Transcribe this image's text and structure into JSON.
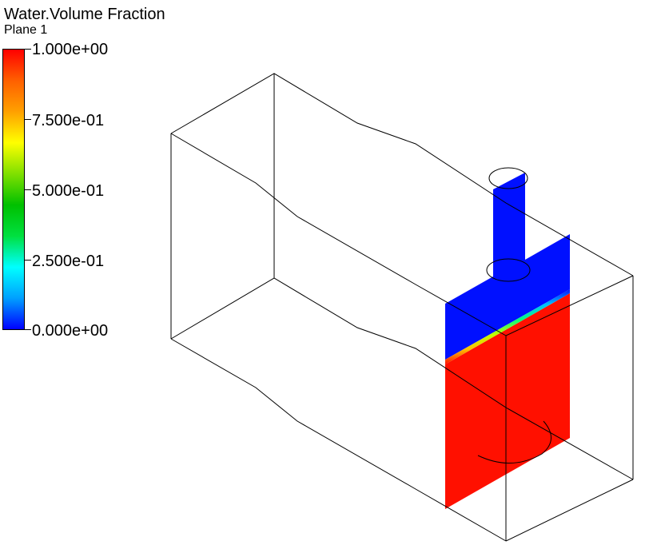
{
  "legend": {
    "title": "Water.Volume Fraction",
    "subtitle": "Plane 1",
    "ticks": [
      {
        "label": "1.000e+00",
        "value": 1.0
      },
      {
        "label": "7.500e-01",
        "value": 0.75
      },
      {
        "label": "5.000e-01",
        "value": 0.5
      },
      {
        "label": "2.500e-01",
        "value": 0.25
      },
      {
        "label": "0.000e+00",
        "value": 0.0
      }
    ],
    "colormap": [
      "#0000ff",
      "#00a0ff",
      "#00ffff",
      "#00e040",
      "#00c000",
      "#80e000",
      "#ffff00",
      "#ffa000",
      "#ff6000",
      "#ff0000"
    ]
  },
  "plane": {
    "water_color": "#ff1000",
    "air_color": "#0010ff",
    "interface_colors": [
      "#00c0ff",
      "#00ff80",
      "#c0ff00",
      "#ffc000"
    ]
  },
  "geometry_color": "#000000"
}
